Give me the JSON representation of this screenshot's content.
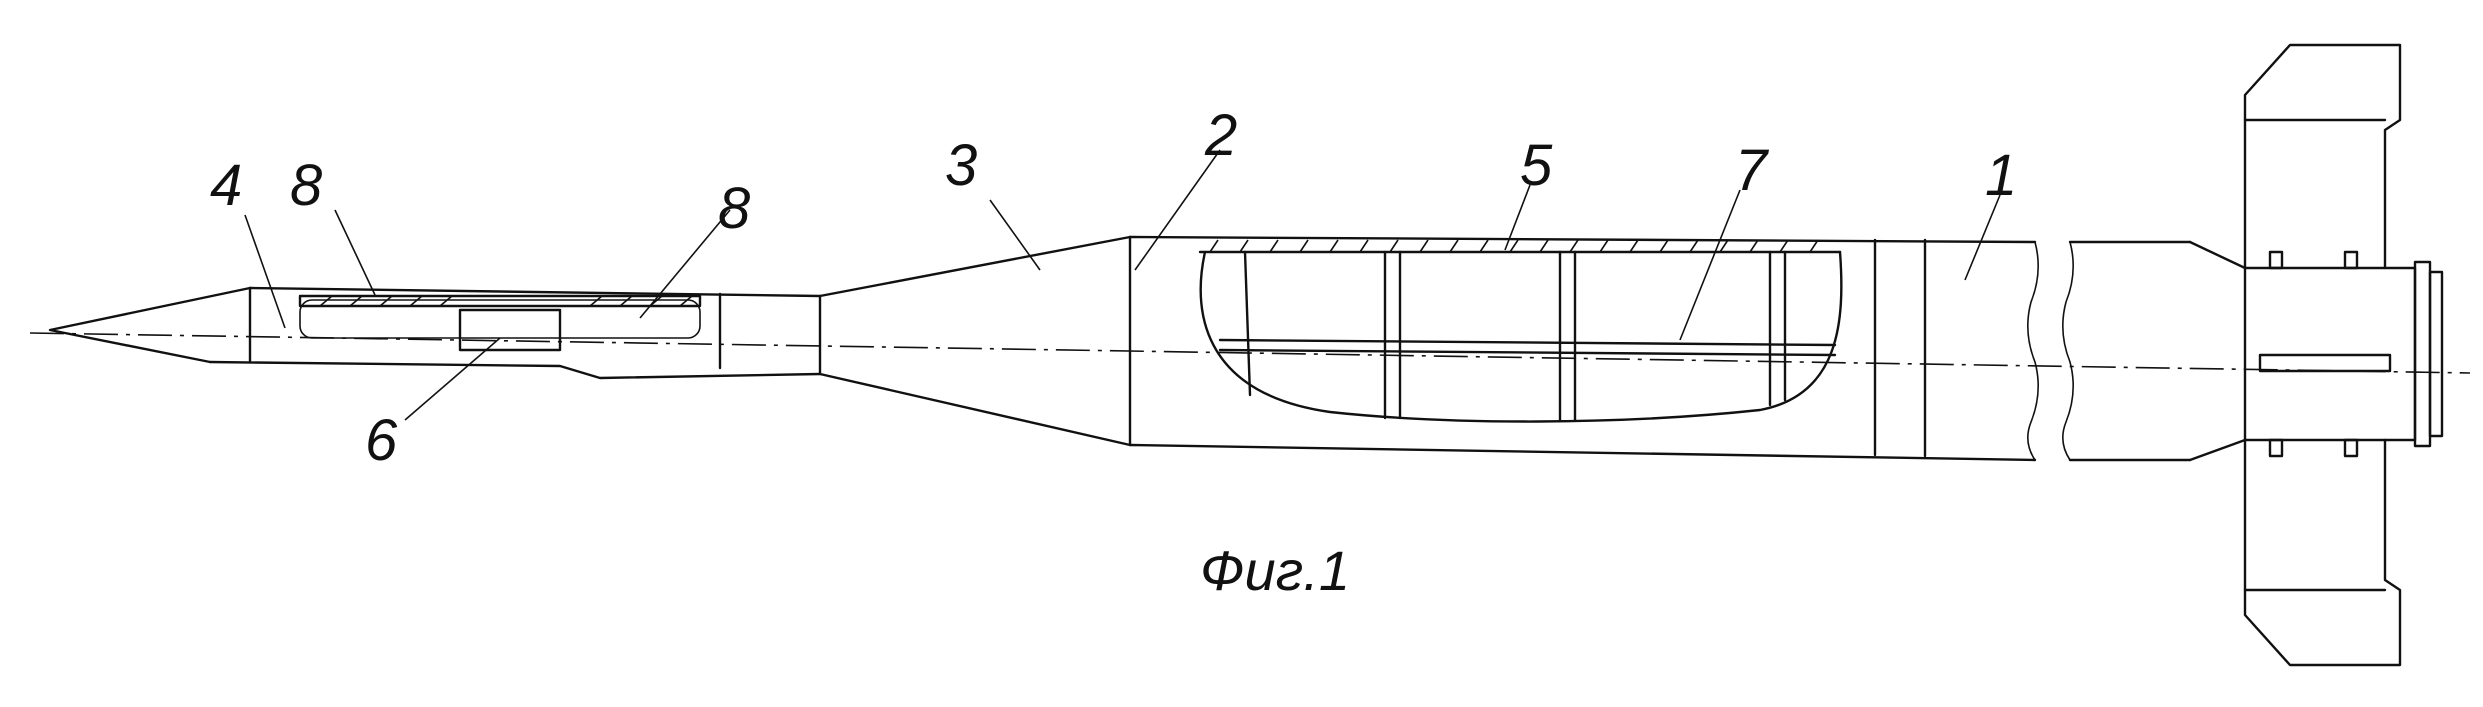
{
  "caption": "Фиг.1",
  "labels": {
    "l1": "1",
    "l2": "2",
    "l3": "3",
    "l4": "4",
    "l5": "5",
    "l6": "6",
    "l7": "7",
    "l8a": "8",
    "l8b": "8"
  }
}
